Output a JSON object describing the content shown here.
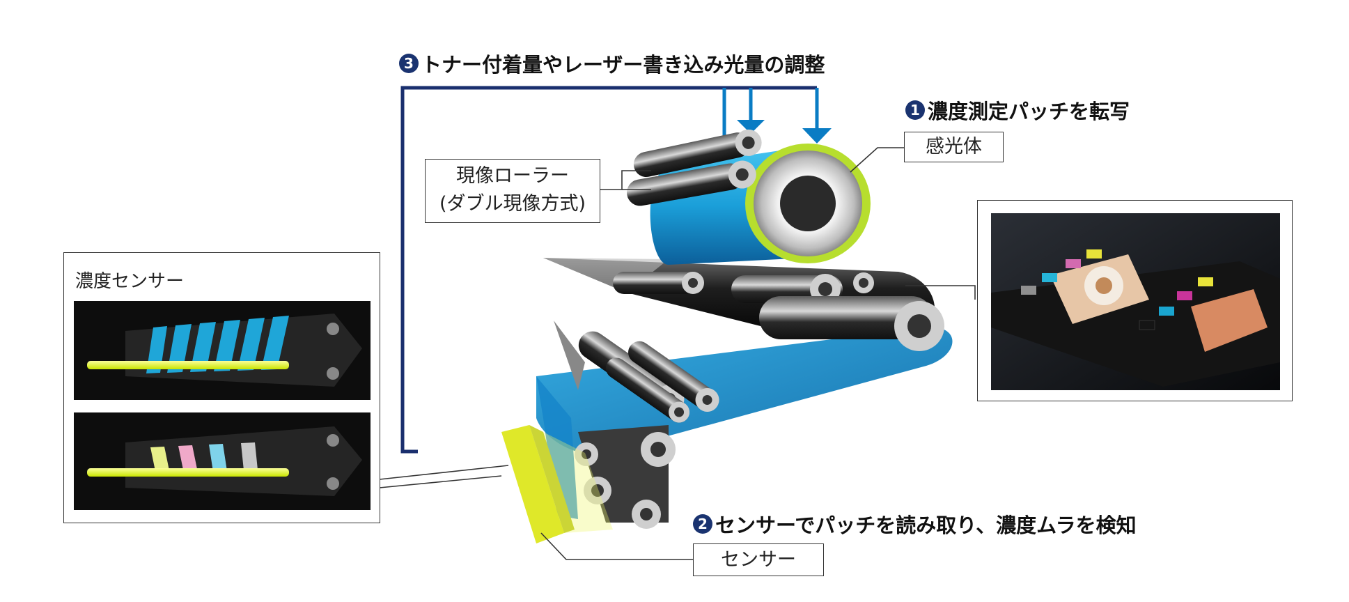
{
  "steps": {
    "step1": {
      "num": "1",
      "text": "濃度測定パッチを転写"
    },
    "step2": {
      "num": "2",
      "text": "センサーでパッチを読み取り、濃度ムラを検知"
    },
    "step3": {
      "num": "3",
      "text": "トナー付着量やレーザー書き込み光量の調整"
    }
  },
  "labels": {
    "photoreceptor": "感光体",
    "dev_roller_line1": "現像ローラー",
    "dev_roller_line2": "(ダブル現像方式)",
    "sensor": "センサー",
    "density_sensor": "濃度センサー"
  },
  "colors": {
    "accent_blue": "#0a7cc4",
    "navy": "#1a2f6e",
    "belt_cyan": "#1b9fd9",
    "sensor_yellow": "#e6f03a",
    "drum_green": "#b7de2e"
  }
}
